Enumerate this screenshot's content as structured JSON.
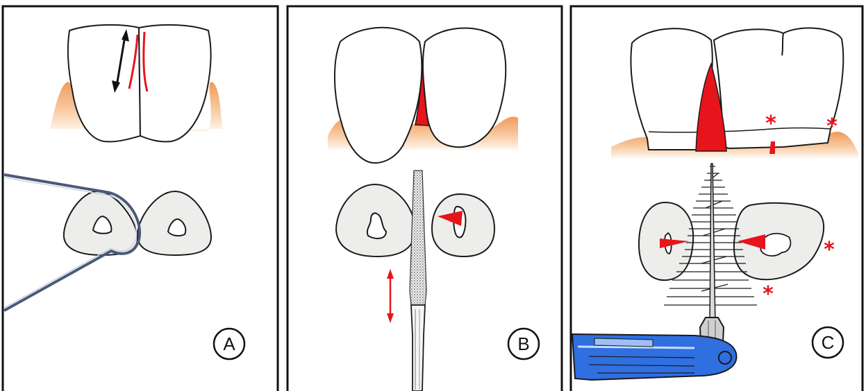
{
  "figure": {
    "panels": [
      {
        "id": "A",
        "label": "A"
      },
      {
        "id": "B",
        "label": "B"
      },
      {
        "id": "C",
        "label": "C"
      }
    ],
    "asterisk_glyph": "*",
    "colors": {
      "frame": "#111111",
      "outline": "#1a1a1a",
      "tooth_fill": "#ffffff",
      "section_fill": "#ededeb",
      "gum_top": "#f2a060",
      "gum_bottom": "#fdf1e4",
      "highlight_red": "#e8141b",
      "floss_blue": "#4a5a78",
      "brush_handle_blue": "#2f6fe0"
    }
  }
}
